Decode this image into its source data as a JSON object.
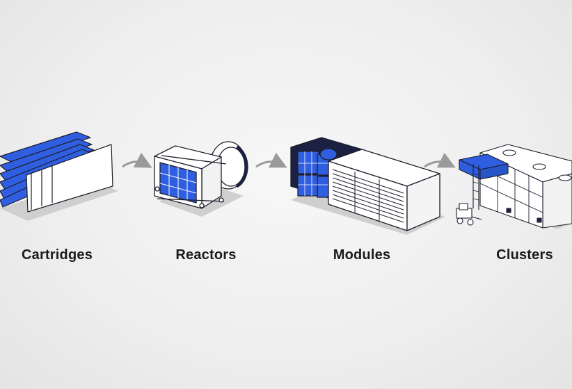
{
  "stages": [
    {
      "label": "Cartridges",
      "icon": "cartridge-icon"
    },
    {
      "label": "Reactors",
      "icon": "reactor-icon"
    },
    {
      "label": "Modules",
      "icon": "module-icon"
    },
    {
      "label": "Clusters",
      "icon": "cluster-icon"
    }
  ],
  "colors": {
    "accent_blue": "#2f5fe0",
    "outline": "#1d1d2b",
    "arrow": "#9a9a9a",
    "dark_panel": "#1c2142"
  }
}
